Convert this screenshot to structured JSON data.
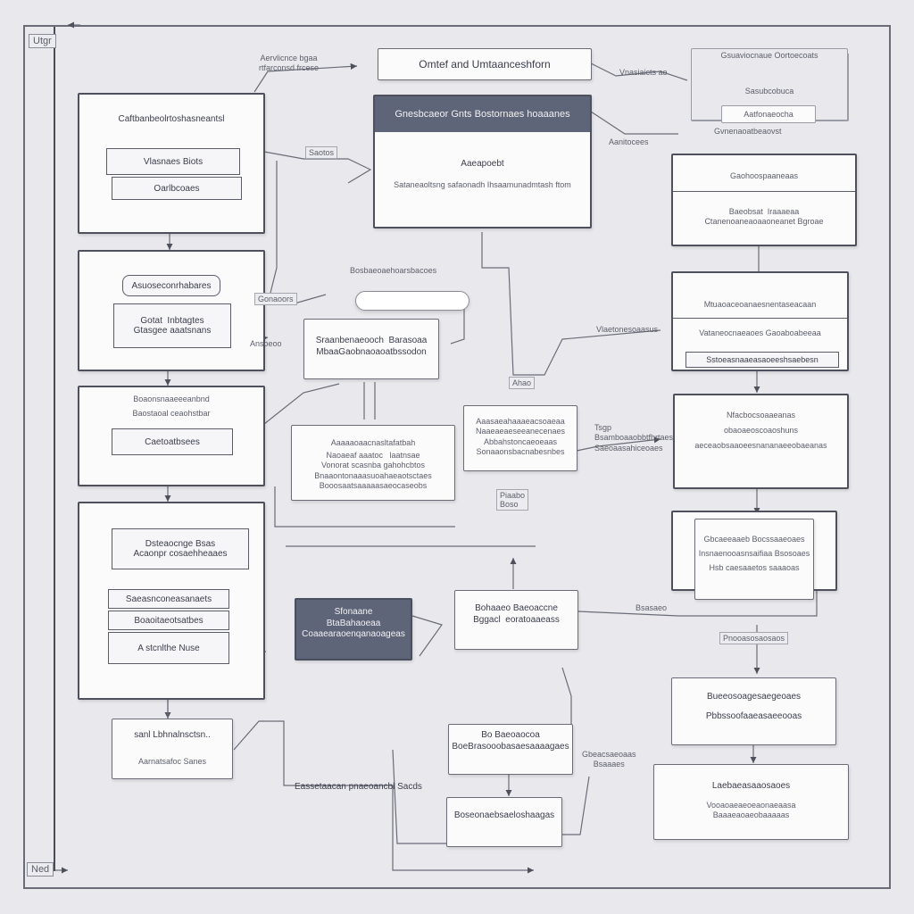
{
  "frame": {
    "corner_top": "Utgr",
    "corner_bottom": "Ned"
  },
  "top": {
    "title_note": "Aervlicnce bgaa\nrtfarconsd frcese",
    "title_box": "Omtef and Umtaanceshforn",
    "right_note": "Vnasiaicts ae",
    "right_group": [
      "Gsuaviocnaue  Oortoecoats",
      "Sasubcobuca",
      "Aatfonaeocha",
      "Gvnenaoatbeaovst"
    ],
    "right_side_note": "Aanitocees"
  },
  "left_col": {
    "box1": {
      "title": "Caftbanbeolrtoshasneantsl",
      "row1": "Vlasnaes Biots",
      "row2": "Oarlbcoaes"
    },
    "box2": {
      "pill": "Asuoseconrhabares",
      "inner": "Gotat  Inbtagtes\nGtasgee aaatsnans"
    },
    "box3": {
      "line1": "Boaonsnaaeeeanbnd",
      "line2": "Baostaoal ceaohstbar",
      "row": "Caetoatbsees"
    },
    "box4": {
      "inner": "Dsteaocnge Bsas\nAcaonpr cosaehheaaes",
      "rows": [
        "Saeasnconeasanaets",
        "Boaoitaeotsatbes",
        "A stcnlthe Nuse"
      ]
    },
    "box5": {
      "line1": "sanl Lbhnalnsctsn..",
      "line2": "Aarnatsafoc Sanes"
    }
  },
  "center": {
    "main_header": "Gnesbcaeor Gnts  Bostornaes  hoaaanes",
    "main_line1": "Aaeapoebt",
    "main_line2": "Sataneaoltsng  safaonadh Ihsaamunadmtash ftom",
    "side_tag": "Saotos",
    "tag_mid": "Bosbaeoaehoarsbacoes",
    "tag_left": "Gonaoors",
    "tag_left2": "Ansoeoo",
    "boxA": "Sraanbenaeooch  Barasoaa\nMbaaGaobnaoaoatbssodon",
    "boxB": {
      "title": "Aaaaaoaacnasltafatbah",
      "body": "Naoaeaf aaatoc   laatnsae\nVonorat scasnba gahohcbtos\nBnaaontonaaasuoahaeaotsctaes\nBooosaatsaaaaasaeocaseobs"
    },
    "boxC": "Aaasaeahaaaeacsoaeaa\nNaaeaeaeseeanecenaes\nAbbahstoncaeoeaas\nSonaaonsbacnabesnbes",
    "small_tag": "Ahao",
    "side_note": "Tsgp\nBsamboaaobbtfhrtaes\nSaeoaasahiceoaes",
    "pending_tag": "Piaabo\nBoso",
    "dark": "Sfonaane\nBtaBahaoeaa\nCoaaearaoenqanaoageas",
    "boxD": "Bohaaeo Baeoaccne\nBggacl  eoratoaaeass",
    "boxE": "Bo Baeoaocoa\nBoeBrasooobasaesaaaagaes",
    "boxE_side": "Gbeacsaeoaas\nBsaaaes",
    "boxF": "Boseonaebsaeloshaagas",
    "bottom_note": "Eassetaacan pnaeoancbl Sacds"
  },
  "right_col": {
    "box1": {
      "title": "Gaohoospaaneaas",
      "line": "Baeobsat  Iraaaeaa\nCtanenoaneaoaaoneanet Bgroae"
    },
    "box2": {
      "line1": "Mtuaoaceoanaesnentaseacaan",
      "line2": "Vataneocnaeaoes  Gaoaboabeeaa",
      "row": "Sstoeasnaaeasaoeeshsaebesn"
    },
    "side_note": "Vlaetonesoaasus",
    "box3": "Nfacbocsoaaeanas\nobaoaeoscoaoshuns\naeceaobsaaoeesnananaeeobaeanas",
    "box4": "Gbcaeeaaeb Bocssaaeoaes\nInsnaenooasnsaifiaa Bsosoaes\nHsb caesaaetos saaaoas",
    "side_tag": "Bsasaeo",
    "tag_mid": "Pnooasosaosaos",
    "box5": "Bueeosoagesaegeoaes\nPbbssoofaaeasaeeooas",
    "box6": {
      "title": "Laebaeasaaosaoes",
      "body": "Vooaoaeaeoeaonaeaasa\nBaaaeaoaeobaaaaas"
    }
  }
}
